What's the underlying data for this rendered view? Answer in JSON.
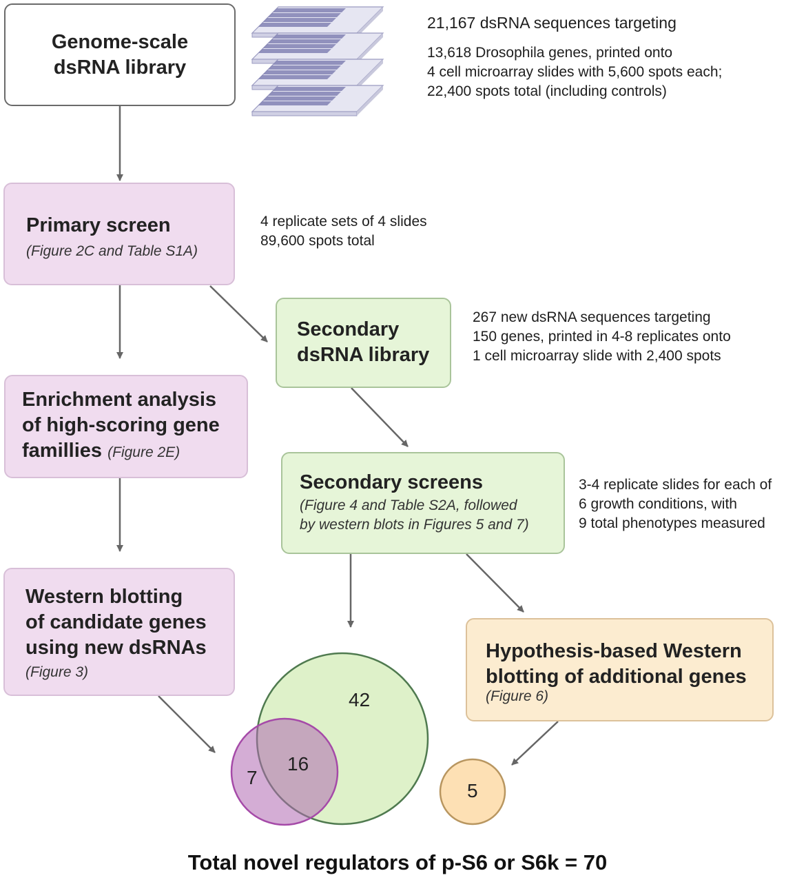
{
  "colors": {
    "pink_fill": "#f0dcef",
    "green_fill": "#e6f5d8",
    "yellow_fill": "#fcecd0",
    "arrow": "#666666",
    "venn_purple": "#a54aa8",
    "venn_green": "#4f7a4f",
    "venn_orange": "#b89660"
  },
  "slides_icon": "microarray-slides-icon",
  "library": {
    "title_line1": "Genome-scale",
    "title_line2": "dsRNA library",
    "note_line1": "21,167 dsRNA sequences targeting",
    "note_line2": "13,618 Drosophila genes, printed onto",
    "note_line3": "4 cell microarray slides with 5,600 spots each;",
    "note_line4": "22,400 spots total (including controls)"
  },
  "primary": {
    "title": "Primary screen",
    "ref": "(Figure 2C and Table S1A)",
    "note_line1": "4 replicate sets of 4 slides",
    "note_line2": "89,600 spots total"
  },
  "secondary_library": {
    "title_line1": "Secondary",
    "title_line2": "dsRNA library",
    "note_line1": "267 new dsRNA sequences targeting",
    "note_line2": "150 genes, printed in 4-8 replicates onto",
    "note_line3": "1 cell microarray slide with 2,400 spots"
  },
  "enrichment": {
    "title_line1": "Enrichment analysis",
    "title_line2": "of high-scoring gene",
    "title_line3": "famillies",
    "ref": "(Figure 2E)"
  },
  "secondary_screens": {
    "title": "Secondary screens",
    "ref_line1": "(Figure 4 and Table S2A, followed",
    "ref_line2": "by western blots in Figures 5 and 7)",
    "note_line1": "3-4 replicate slides for each of",
    "note_line2": "6 growth conditions, with",
    "note_line3": "9 total phenotypes measured"
  },
  "western": {
    "title_line1": "Western blotting",
    "title_line2": "of candidate genes",
    "title_line3": "using new dsRNAs",
    "ref": "(Figure 3)"
  },
  "hypothesis": {
    "title_line1": "Hypothesis-based Western",
    "title_line2": "blotting of additional genes",
    "ref": "(Figure 6)"
  },
  "venn": {
    "western_only": "7",
    "overlap": "16",
    "secondary_only": "42",
    "hypothesis_only": "5"
  },
  "footer": "Total novel regulators of p-S6 or S6k = 70"
}
